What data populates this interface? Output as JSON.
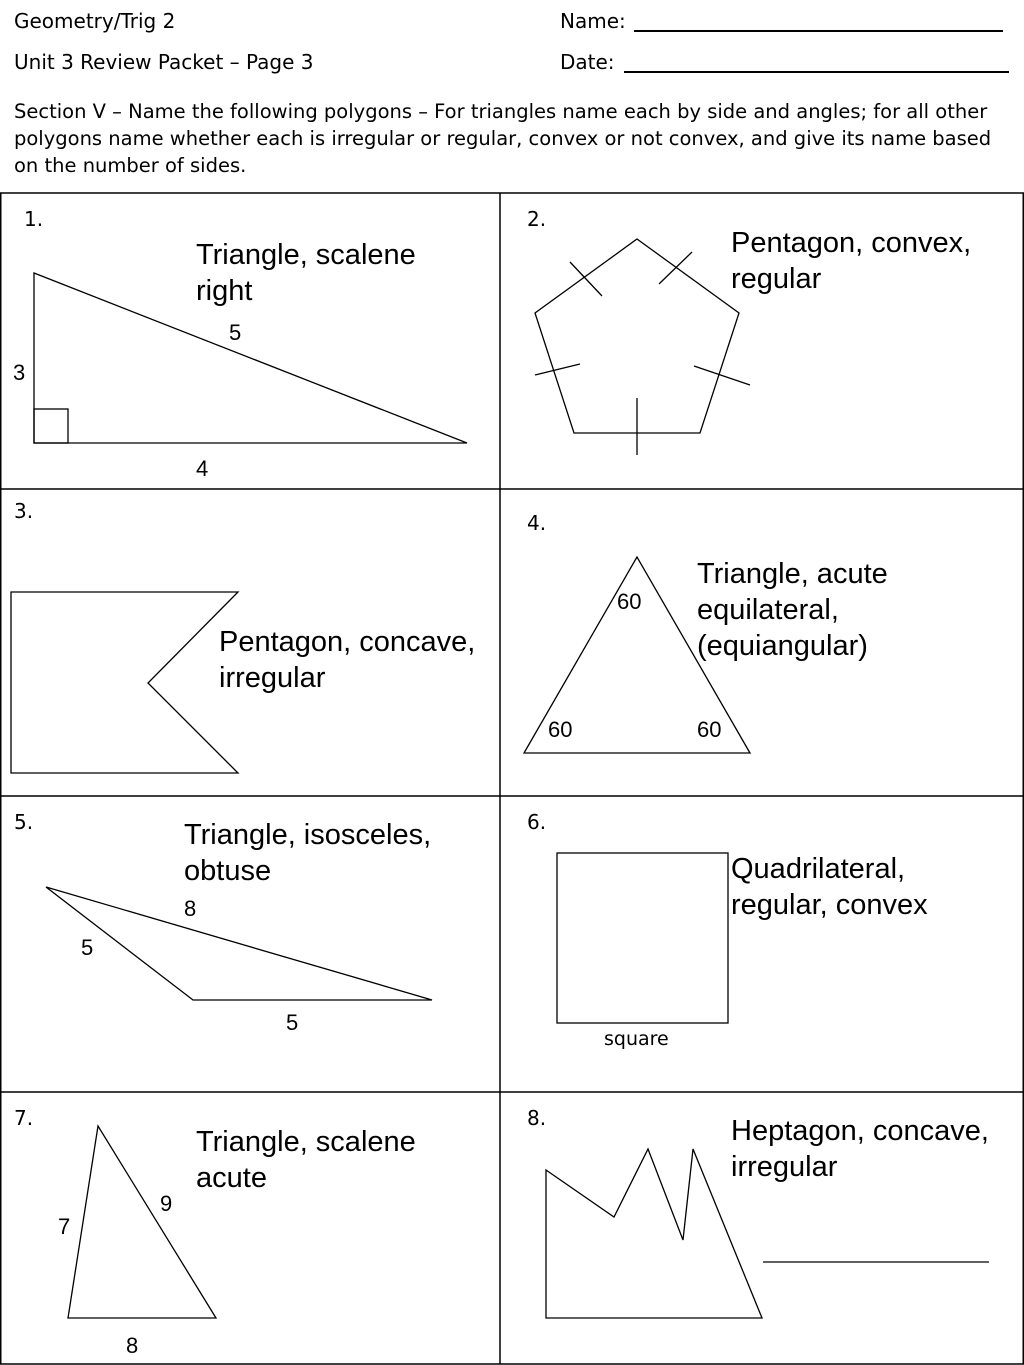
{
  "header": {
    "course": "Geometry/Trig 2",
    "packet": "Unit 3 Review Packet – Page 3",
    "name_label": "Name:",
    "date_label": "Date:"
  },
  "instructions": "Section V – Name the following polygons – For triangles name each by side and angles; for all other polygons name whether each is irregular or regular, convex or not convex, and give its name based on the number of sides.",
  "problems": [
    {
      "number": "1.",
      "answer_lines": [
        "Triangle, scalene",
        "right"
      ],
      "labels": [
        "5",
        "3",
        "4"
      ]
    },
    {
      "number": "2.",
      "answer_lines": [
        "Pentagon, convex,",
        "regular"
      ],
      "labels": []
    },
    {
      "number": "3.",
      "answer_lines": [
        "Pentagon, concave,",
        "irregular"
      ],
      "labels": []
    },
    {
      "number": "4.",
      "answer_lines": [
        "Triangle, acute",
        "equilateral,",
        "(equiangular)"
      ],
      "labels": [
        "60",
        "60",
        "60"
      ]
    },
    {
      "number": "5.",
      "answer_lines": [
        "Triangle, isosceles,",
        "obtuse"
      ],
      "labels": [
        "8",
        "5",
        "5"
      ]
    },
    {
      "number": "6.",
      "answer_lines": [
        "Quadrilateral,",
        "regular, convex"
      ],
      "labels": [
        "square"
      ]
    },
    {
      "number": "7.",
      "answer_lines": [
        "Triangle, scalene",
        "acute"
      ],
      "labels": [
        "9",
        "7",
        "8"
      ]
    },
    {
      "number": "8.",
      "answer_lines": [
        "Heptagon, concave,",
        "irregular"
      ],
      "labels": []
    }
  ]
}
